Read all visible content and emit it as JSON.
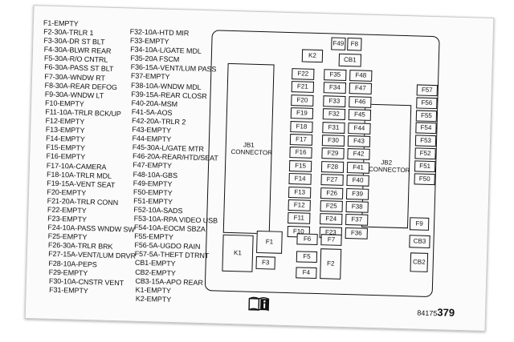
{
  "left_col": [
    "F1-EMPTY",
    "F2-30A-TRLR 1",
    "F3-30A-DR ST BLT",
    "F4-30A-BLWR REAR",
    "F5-30A-R/O CNTRL",
    "F6-30A-PASS ST BLT",
    "F7-30A-WNDW RT",
    "F8-30A-REAR DEFOG",
    "F9-30A-WNDW LT",
    "F10-EMPTY",
    "F11-10A-TRLR BCK/UP",
    "F12-EMPTY",
    "F13-EMPTY",
    "F14-EMPTY",
    "F15-EMPTY",
    "F16-EMPTY",
    "F17-10A-CAMERA",
    "F18-10A-TRLR MDL",
    "F19-15A-VENT SEAT",
    "F20-EMPTY",
    "F21-20A-TRLR CONN",
    "F22-EMPTY",
    "F23-EMPTY",
    "F24-10A-PASS WNDW SW",
    "F25-EMPTY",
    "F26-30A-TRLR BRK",
    "F27-15A-VENT/LUM DRVR",
    "F28-10A-PEPS",
    "F29-EMPTY",
    "F30-10A-CNSTR VENT",
    "F31-EMPTY"
  ],
  "mid_col": [
    "F32-10A-HTD MIR",
    "F33-EMPTY",
    "F34-10A-L/GATE MDL",
    "F35-20A FSCM",
    "F36-15A-VENT/LUM PASS",
    "F37-EMPTY",
    "F38-10A-WNDW MDL",
    "F39-15A-REAR CLOSR",
    "F40-20A-MSM",
    "F41-5A-AOS",
    "F42-20A-TRLR 2",
    "F43-EMPTY",
    "F44-EMPTY",
    "F45-30A-L/GATE MTR",
    "F46-20A-REAR/HTD/SEAT",
    "F47-EMPTY",
    "F48-10A-GBS",
    "F49-EMPTY",
    "F50-EMPTY",
    "F51-EMPTY",
    "F52-10A-SADS",
    "F53-10A-RPA VIDEO USB",
    "F54-10A-EOCM SBZA",
    "F55-EMPTY",
    "F56-5A-UGDO RAIN",
    "F57-5A-THEFT DTRNT",
    "CB1-EMPTY",
    "CB2-EMPTY",
    "CB3-15A-APO REAR",
    "K1-EMPTY",
    "K2-EMPTY"
  ],
  "diagram": {
    "jb1": "JB1 CONNECTOR",
    "jb2": "JB2 CONNECTOR",
    "top": [
      "F49",
      "F8",
      "K2",
      "CB1"
    ],
    "colA": [
      "F22",
      "F21",
      "F20",
      "F19",
      "F18",
      "F17",
      "F16",
      "F15",
      "F14",
      "F13",
      "F12",
      "F11",
      "F10"
    ],
    "colB": [
      "F35",
      "F34",
      "F33",
      "F32",
      "F31",
      "F30",
      "F29",
      "F28",
      "F27",
      "F26",
      "F25",
      "F24",
      "F23"
    ],
    "colC": [
      "F48",
      "F47",
      "F46",
      "F45",
      "F44",
      "F43",
      "F42",
      "F41",
      "F40",
      "F39",
      "F38",
      "F37",
      "F36"
    ],
    "right": [
      "F57",
      "F56",
      "F55",
      "F54",
      "F53",
      "F52",
      "F51",
      "F50"
    ],
    "bottom_right": [
      "F9",
      "CB3",
      "CB2"
    ],
    "bottom": [
      "K1",
      "F1",
      "F3",
      "F6",
      "F7",
      "F5",
      "F4",
      "F2"
    ]
  },
  "part_prefix": "84175",
  "part_suffix": "379"
}
